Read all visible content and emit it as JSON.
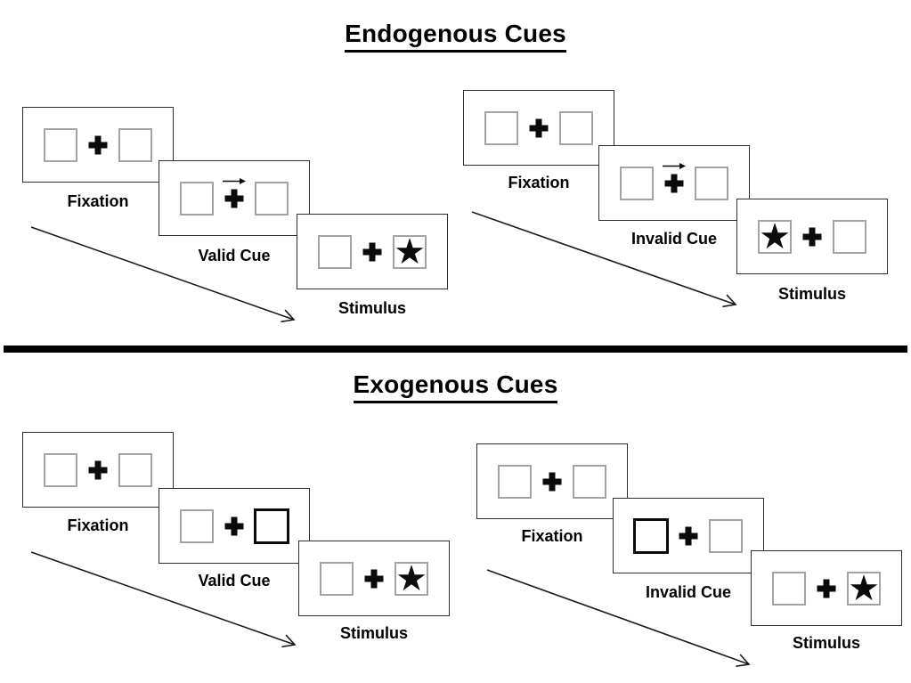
{
  "titles": {
    "endogenous": "Endogenous Cues",
    "exogenous": "Exogenous Cues"
  },
  "glyphs": {
    "star": "★"
  },
  "colors": {
    "background": "#ffffff",
    "panel_border": "#2d2d2d",
    "placeholder_box_border": "#a3a3a3",
    "ink": "#0b0b0b"
  },
  "sequences": [
    {
      "name": "endogenous-valid",
      "cue_type": "central-arrow-right",
      "star_side": "right",
      "labels": [
        "Fixation",
        "Valid Cue",
        "Stimulus"
      ]
    },
    {
      "name": "endogenous-invalid",
      "cue_type": "central-arrow-right",
      "star_side": "left",
      "labels": [
        "Fixation",
        "Invalid Cue",
        "Stimulus"
      ]
    },
    {
      "name": "exogenous-valid",
      "cue_type": "peripheral-highlight-right",
      "star_side": "right",
      "labels": [
        "Fixation",
        "Valid Cue",
        "Stimulus"
      ]
    },
    {
      "name": "exogenous-invalid",
      "cue_type": "peripheral-highlight-left",
      "star_side": "right",
      "labels": [
        "Fixation",
        "Invalid Cue",
        "Stimulus"
      ]
    }
  ]
}
